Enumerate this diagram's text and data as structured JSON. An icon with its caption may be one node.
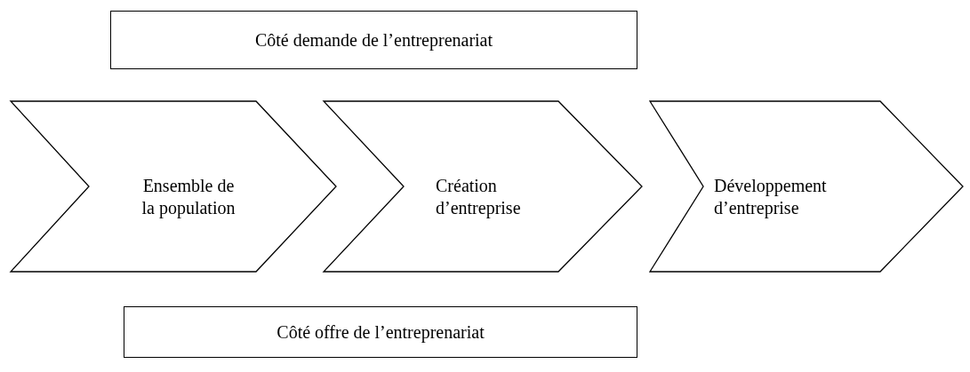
{
  "diagram": {
    "nodes": [
      {
        "text": [
          "Côté demande de l’entreprenariat"
        ]
      },
      {
        "text": [
          "Ensemble de la population"
        ]
      },
      {
        "text": [
          "Création d’entreprise"
        ]
      },
      {
        "text": [
          "Développement d’entreprise"
        ]
      },
      {
        "text": [
          "Côté offre de l’entreprenariat"
        ]
      }
    ]
  }
}
